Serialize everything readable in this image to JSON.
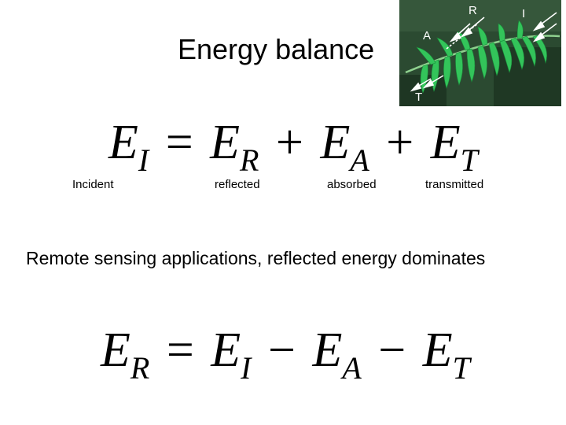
{
  "slide": {
    "title": "Energy balance",
    "figure": {
      "labels": {
        "reflected": "R",
        "incident": "I",
        "absorbed": "A",
        "transmitted": "T"
      },
      "icons": [
        "fern-leaf-icon",
        "arrow-icon"
      ]
    },
    "equation1": {
      "lhs": {
        "symbol": "E",
        "sub": "I"
      },
      "op1": "=",
      "t1": {
        "symbol": "E",
        "sub": "R"
      },
      "op2": "+",
      "t2": {
        "symbol": "E",
        "sub": "A"
      },
      "op3": "+",
      "t3": {
        "symbol": "E",
        "sub": "T"
      }
    },
    "labels": {
      "incident": "Incident",
      "reflected": "reflected",
      "absorbed": "absorbed",
      "transmitted": "transmitted"
    },
    "statement": "Remote sensing applications, reflected energy dominates",
    "equation2": {
      "lhs": {
        "symbol": "E",
        "sub": "R"
      },
      "op1": "=",
      "t1": {
        "symbol": "E",
        "sub": "I"
      },
      "op2": "−",
      "t2": {
        "symbol": "E",
        "sub": "A"
      },
      "op3": "−",
      "t3": {
        "symbol": "E",
        "sub": "T"
      }
    },
    "colors": {
      "leaf": "#2fb84e",
      "background_foliage": "#23402a",
      "arrows": "#ffffff"
    }
  }
}
